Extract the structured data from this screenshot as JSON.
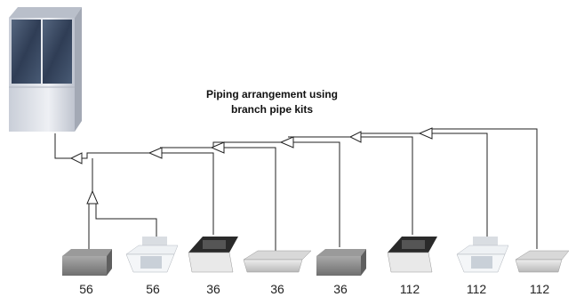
{
  "diagram": {
    "caption_line1": "Piping arrangement using",
    "caption_line2": "branch pipe kits",
    "indoor_units": [
      {
        "type": "ducted",
        "capacity": "56"
      },
      {
        "type": "cassette-white",
        "capacity": "56"
      },
      {
        "type": "cassette-black",
        "capacity": "36"
      },
      {
        "type": "ceiling-suspended",
        "capacity": "36"
      },
      {
        "type": "ducted",
        "capacity": "36"
      },
      {
        "type": "cassette-black",
        "capacity": "112"
      },
      {
        "type": "cassette-white",
        "capacity": "112"
      },
      {
        "type": "ceiling-suspended",
        "capacity": "112"
      }
    ],
    "colors": {
      "pipe": "#222222",
      "outdoor_body": "#dfe3ea",
      "outdoor_fan_grille": "#3b4c66"
    }
  }
}
